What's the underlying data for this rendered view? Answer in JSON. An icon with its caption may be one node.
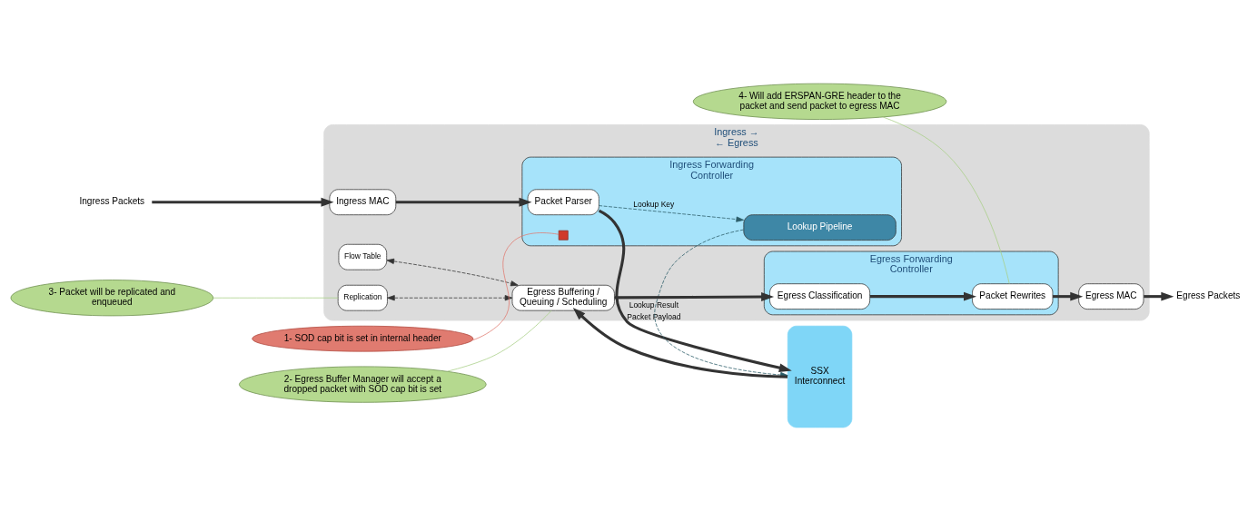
{
  "diagram": {
    "nodes": [
      {
        "text": [
          "Ingress →",
          "← Egress"
        ]
      },
      {
        "text": [
          "Ingress Packets"
        ]
      },
      {
        "text": [
          "Ingress MAC"
        ],
        "in": 0
      },
      {
        "text": [
          "Ingress Forwarding Controller"
        ],
        "in": 0
      },
      {
        "text": [
          "Packet Parser"
        ],
        "in": 3
      },
      {
        "text": [
          "Lookup Pipeline"
        ],
        "in": 3
      },
      {
        "text": [],
        "shape": "cross",
        "in": 3
      },
      {
        "text": [
          "1- SOD cap bit is set in internal header"
        ]
      },
      {
        "text": [
          "SSX",
          "Interconnect"
        ]
      },
      {
        "text": [
          "Flow Table"
        ],
        "in": 0
      },
      {
        "text": [
          "Replication"
        ],
        "in": 0
      },
      {
        "text": [
          "Egress Buffering / Queuing / Scheduling"
        ],
        "in": 0
      },
      {
        "text": [
          "Egress Forwarding Controller"
        ],
        "in": 0
      },
      {
        "text": [
          "Egress Classification"
        ],
        "in": 12
      },
      {
        "text": [
          "Packet Rewrites"
        ],
        "in": 12
      },
      {
        "text": [
          "Egress MAC"
        ],
        "in": 0
      },
      {
        "text": [
          "Egress Packets"
        ]
      },
      {
        "text": [
          "3- Packet will be replicated and enqueued"
        ]
      },
      {
        "text": [
          "2- Egress Buffer Manager will accept a dropped packet with SOD cap bit is set"
        ]
      },
      {
        "text": [
          "4- Will add ERSPAN-GRE header to the packet and send packet to egress MAC"
        ]
      }
    ],
    "edges": [
      {
        "from": 1,
        "to": 2,
        "arrow": "to",
        "style": "thick"
      },
      {
        "from": 2,
        "to": 4,
        "arrow": "to",
        "style": "thick"
      },
      {
        "from": 4,
        "to": 8,
        "arrow": "to",
        "style": "thick",
        "label": "Packet Payload"
      },
      {
        "from": 4,
        "to": 5,
        "arrow": "to",
        "style": "dashed",
        "label": "Lookup Key",
        "color": "#2b5c68"
      },
      {
        "from": 5,
        "to": 8,
        "arrow": "to",
        "style": "dashed",
        "label": "Lookup Result",
        "color": "#2b5c68"
      },
      {
        "from": 7,
        "to": 6,
        "arrow": "none",
        "color": "#e07b70"
      },
      {
        "from": 8,
        "to": 11,
        "arrow": "to",
        "style": "thick"
      },
      {
        "from": 11,
        "to": 13,
        "arrow": "to",
        "style": "thick"
      },
      {
        "from": 13,
        "to": 14,
        "arrow": "to",
        "style": "thick"
      },
      {
        "from": 14,
        "to": 15,
        "arrow": "to",
        "style": "thick"
      },
      {
        "from": 15,
        "to": 16,
        "arrow": "to",
        "style": "thick"
      },
      {
        "from": 9,
        "to": 11,
        "arrow": "both",
        "style": "dashed"
      },
      {
        "from": 10,
        "to": 11,
        "arrow": "both",
        "style": "dashed"
      },
      {
        "from": 17,
        "to": 10,
        "arrow": "none",
        "color": "#a8cf86"
      },
      {
        "from": 18,
        "to": 11,
        "arrow": "none",
        "color": "#a8cf86"
      },
      {
        "from": 19,
        "to": 14,
        "arrow": "none",
        "color": "#a8cf86"
      }
    ]
  }
}
